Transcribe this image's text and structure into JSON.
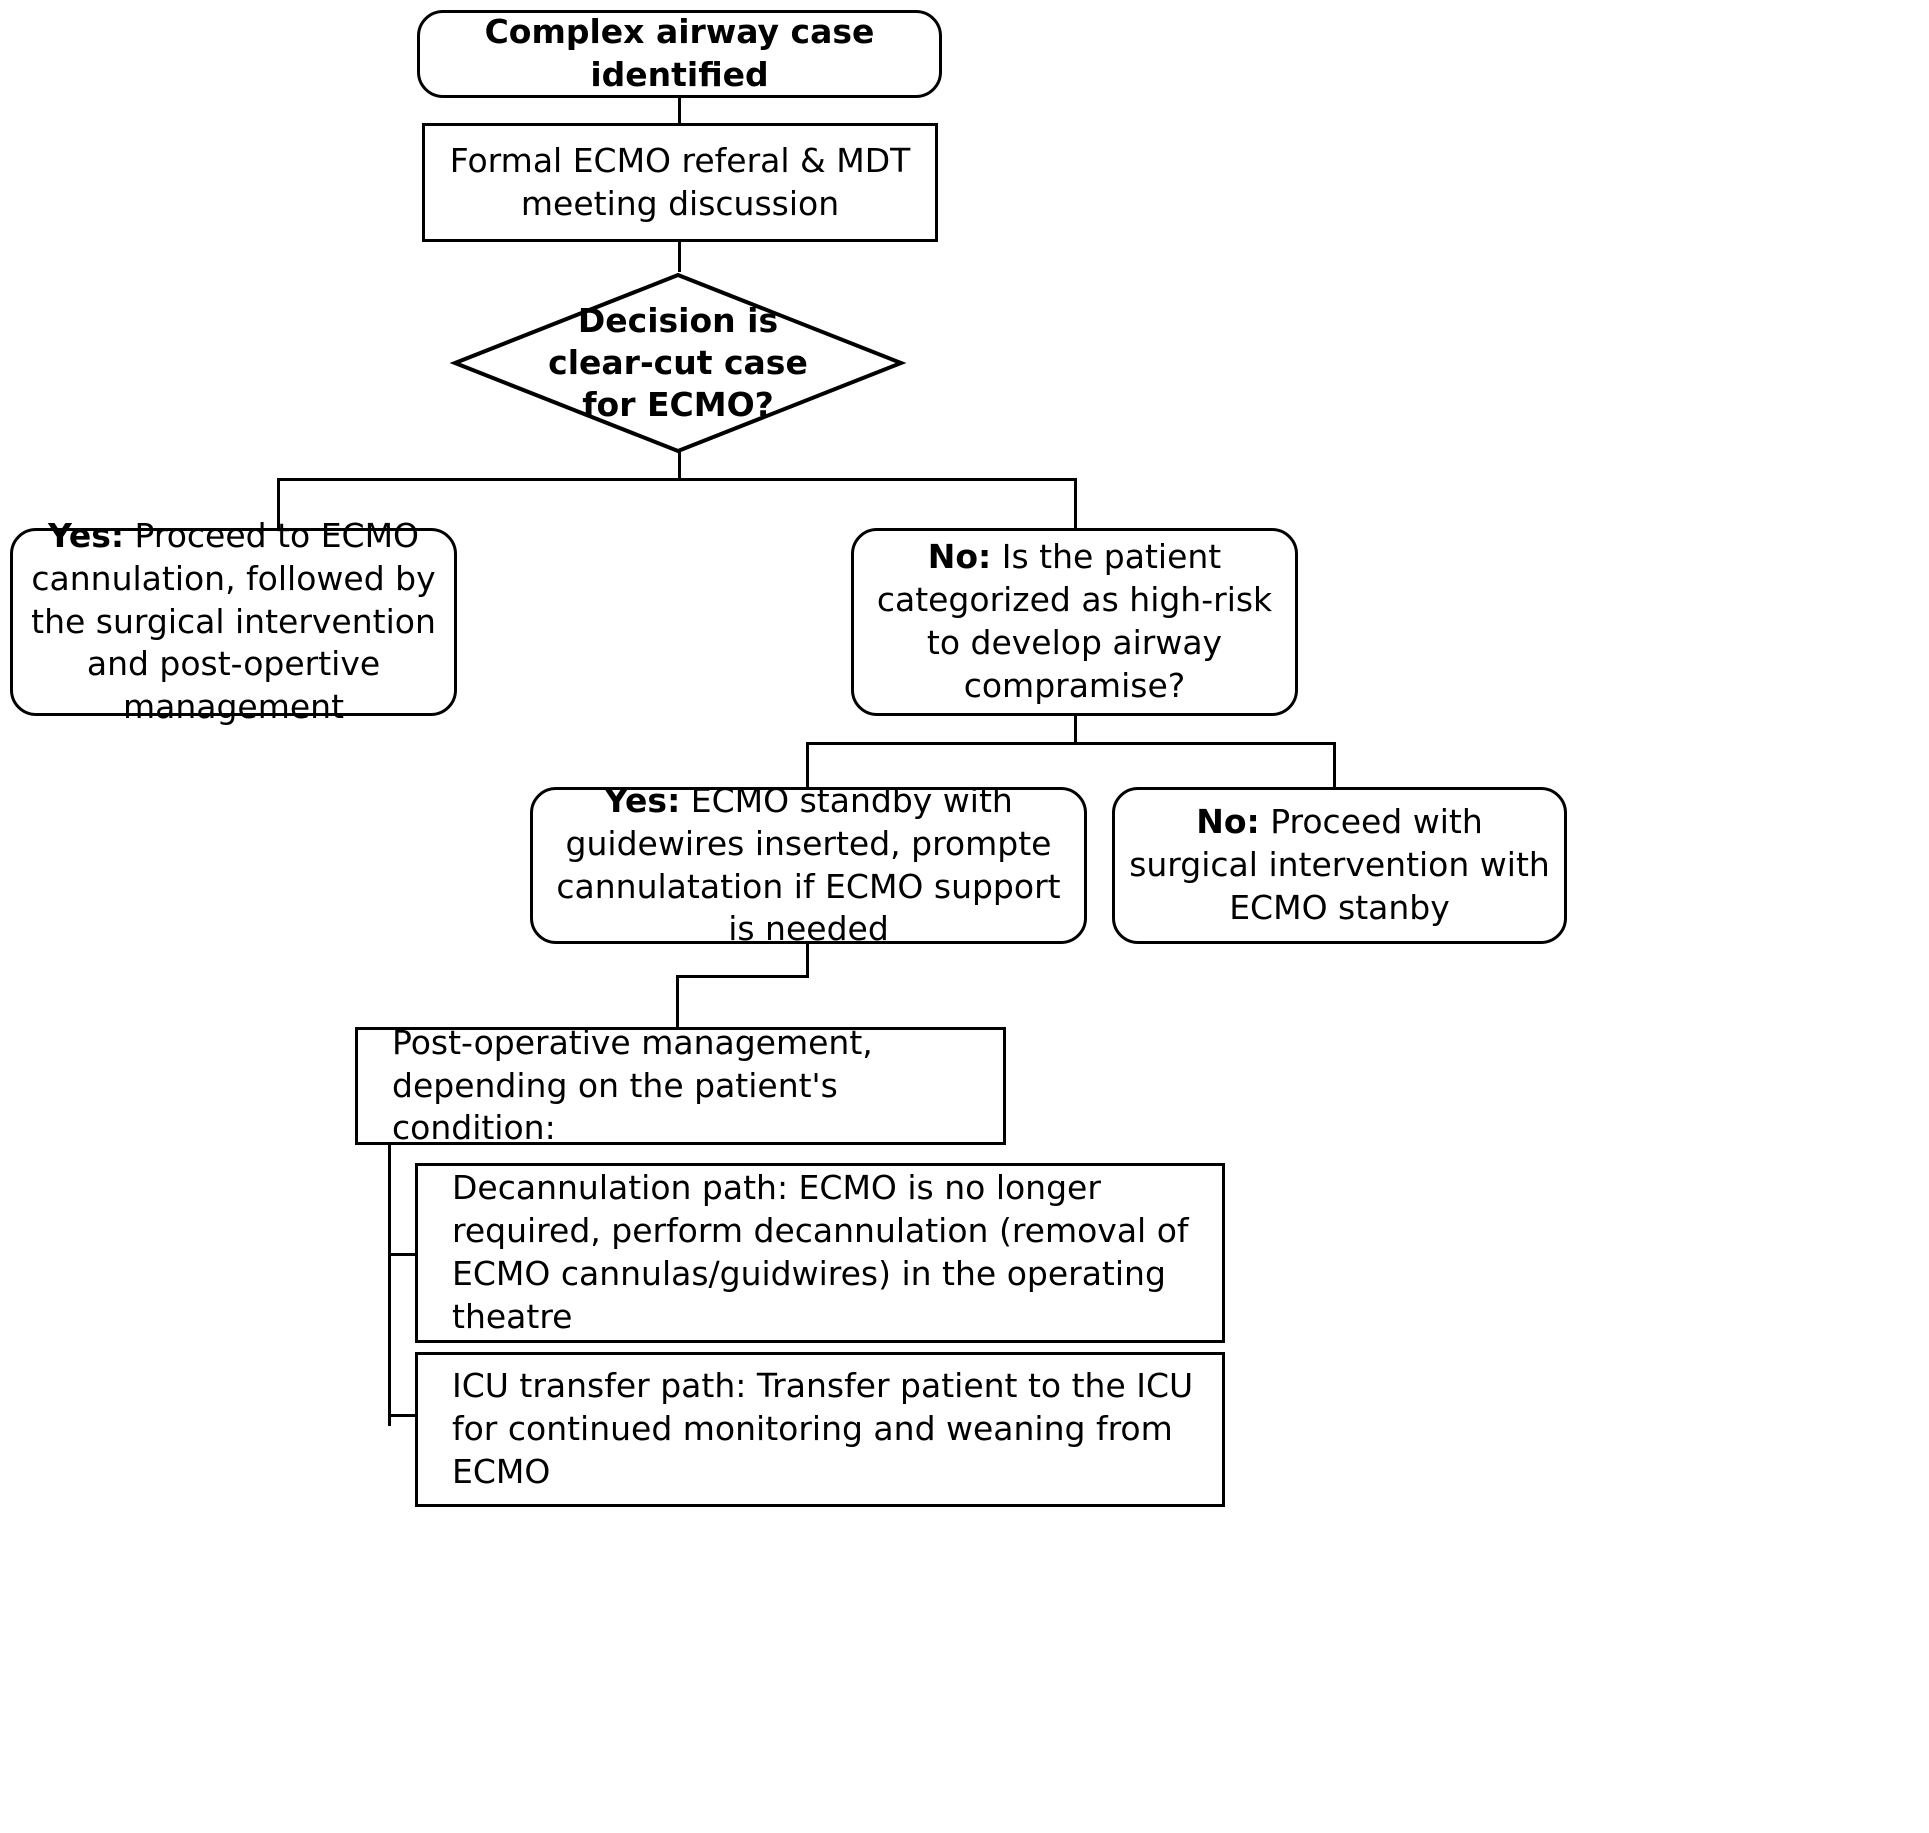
{
  "diagram": {
    "title": "ECMO complex airway case management pathway",
    "background_color": "#ffffff",
    "line_color": "#000000",
    "nodes": {
      "start": {
        "label": "Complex airway case identified",
        "shape": "rounded-rectangle",
        "emphasis": "bold"
      },
      "referral": {
        "label": "Formal ECMO referal & MDT meeting discussion",
        "shape": "rectangle",
        "emphasis": "normal"
      },
      "decision": {
        "line1": "Decision is",
        "line2": "clear-cut case",
        "line3": "for ECMO?",
        "shape": "diamond",
        "emphasis": "bold"
      },
      "yes_ecmo": {
        "prefix": "Yes:",
        "label": " Proceed to ECMO cannulation, followed by the surgical intervention and post-opertive management",
        "shape": "rounded-rectangle"
      },
      "no_highrisk": {
        "prefix": "No:",
        "label": " Is the patient categorized as high-risk to develop airway compramise?",
        "shape": "rounded-rectangle"
      },
      "yes_standby": {
        "prefix": "Yes:",
        "label": " ECMO standby with guidewires inserted, prompte cannulatation if ECMO support is needed",
        "shape": "rounded-rectangle"
      },
      "no_surgical": {
        "prefix": "No:",
        "label": " Proceed with surgical intervention with ECMO stanby",
        "shape": "rounded-rectangle"
      },
      "postop": {
        "label": "Post-operative management, depending on the patient's condition:",
        "shape": "rectangle"
      },
      "decannulation": {
        "label": "Decannulation path: ECMO is no longer required, perform decannulation (removal of ECMO cannulas/guidwires) in the operating theatre",
        "shape": "rectangle"
      },
      "icu": {
        "label": "ICU transfer path: Transfer patient to the ICU for continued monitoring and weaning from ECMO",
        "shape": "rectangle"
      }
    }
  }
}
